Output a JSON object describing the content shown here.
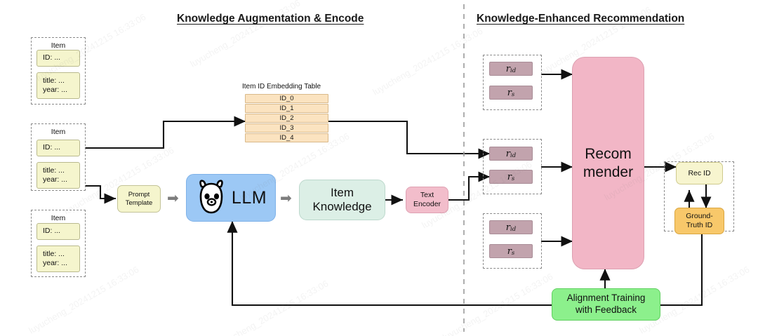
{
  "sections": {
    "left_title": "Knowledge Augmentation & Encode",
    "right_title": "Knowledge-Enhanced Recommendation"
  },
  "item_groups": [
    {
      "label": "Item",
      "id_field": "ID: ...",
      "title_field": "title: ...",
      "year_field": "year: ..."
    },
    {
      "label": "Item",
      "id_field": "ID: ...",
      "title_field": "title: ...",
      "year_field": "year: ..."
    },
    {
      "label": "Item",
      "id_field": "ID: ...",
      "title_field": "title: ...",
      "year_field": "year: ..."
    }
  ],
  "embedding_table": {
    "caption": "Item ID Embedding Table",
    "rows": [
      "ID_0",
      "ID_1",
      "ID_2",
      "ID_3",
      "ID_4"
    ],
    "highlight_row": "ID_2"
  },
  "pipeline": {
    "prompt_line1": "Prompt",
    "prompt_line2": "Template",
    "llm_label": "LLM",
    "llm_icon": "llama-icon",
    "item_knowledge_line1": "Item",
    "item_knowledge_line2": "Knowledge",
    "text_encoder_line1": "Text",
    "text_encoder_line2": "Encoder"
  },
  "representations": [
    {
      "id_label": "r",
      "id_sub": "id",
      "s_label": "r",
      "s_sub": "s"
    },
    {
      "id_label": "r",
      "id_sub": "id",
      "s_label": "r",
      "s_sub": "s"
    },
    {
      "id_label": "r",
      "id_sub": "id",
      "s_label": "r",
      "s_sub": "s"
    }
  ],
  "recommender": {
    "line1": "Recom",
    "line2": "mender"
  },
  "outputs": {
    "rec_id": "Rec ID",
    "ground_truth_line1": "Ground-",
    "ground_truth_line2": "Truth ID"
  },
  "feedback": {
    "line1": "Alignment Training",
    "line2": "with Feedback"
  },
  "colors": {
    "item_yellow": "#f5f5cd",
    "embed_orange": "#fbe3c0",
    "llm_blue": "#9cc8f5",
    "knowledge_mint": "#dcefe6",
    "encoder_pink": "#f2bdcb",
    "recommender_pink": "#f2b6c6",
    "rep_mauve": "#c2a3ad",
    "rec_id_yellow": "#f7f5cf",
    "ground_truth_amber": "#f8c86a",
    "feedback_green": "#8cf08c",
    "arrow_black": "#111111",
    "divider_gray": "#9a9a9a"
  },
  "watermark": "luyucheng_20241215 16:33:06"
}
